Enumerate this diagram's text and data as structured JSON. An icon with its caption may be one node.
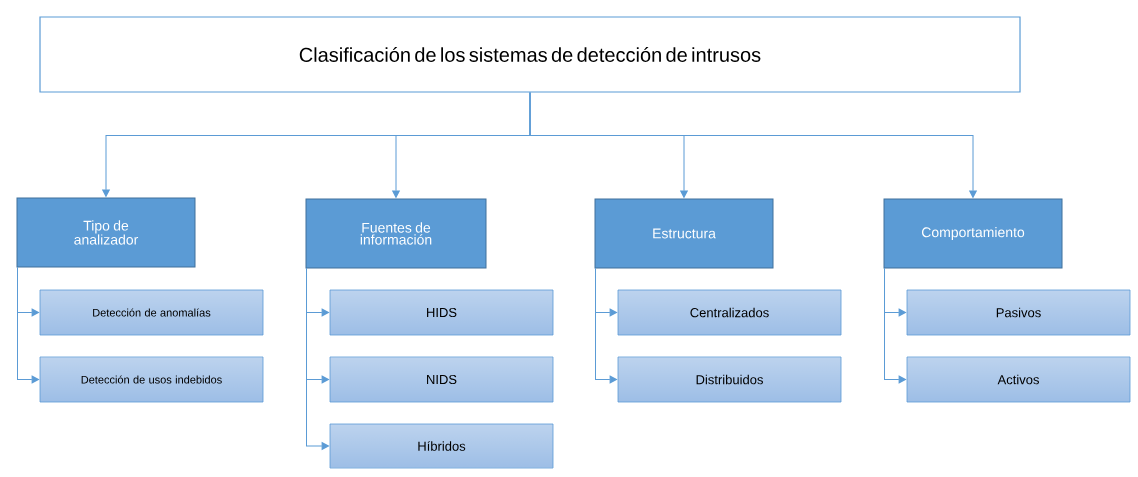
{
  "diagram": {
    "nodes": [
      {
        "text": [
          "Clasificación de los sistemas de detección de intrusos"
        ]
      },
      {
        "text": [
          "Tipo de analizador"
        ]
      },
      {
        "text": [
          "Fuentes de información"
        ]
      },
      {
        "text": [
          "Estructura"
        ]
      },
      {
        "text": [
          "Comportamiento"
        ]
      },
      {
        "text": [
          "Detección de anomalías"
        ]
      },
      {
        "text": [
          "Detección de usos indebidos"
        ]
      },
      {
        "text": [
          "HIDS"
        ]
      },
      {
        "text": [
          "NIDS"
        ]
      },
      {
        "text": [
          "Híbridos"
        ]
      },
      {
        "text": [
          "Centralizados"
        ]
      },
      {
        "text": [
          "Distribuidos"
        ]
      },
      {
        "text": [
          "Pasivos"
        ]
      },
      {
        "text": [
          "Activos"
        ]
      }
    ],
    "edges": [
      {
        "from": 0,
        "to": 1,
        "arrow": "to"
      },
      {
        "from": 0,
        "to": 2,
        "arrow": "to"
      },
      {
        "from": 0,
        "to": 3,
        "arrow": "to"
      },
      {
        "from": 0,
        "to": 4,
        "arrow": "to"
      },
      {
        "from": 1,
        "to": 5,
        "arrow": "to"
      },
      {
        "from": 1,
        "to": 6,
        "arrow": "to"
      },
      {
        "from": 2,
        "to": 7,
        "arrow": "to"
      },
      {
        "from": 2,
        "to": 8,
        "arrow": "to"
      },
      {
        "from": 2,
        "to": 9,
        "arrow": "to"
      },
      {
        "from": 3,
        "to": 10,
        "arrow": "to"
      },
      {
        "from": 3,
        "to": 11,
        "arrow": "to"
      },
      {
        "from": 4,
        "to": 12,
        "arrow": "to"
      },
      {
        "from": 4,
        "to": 13,
        "arrow": "to"
      }
    ]
  }
}
